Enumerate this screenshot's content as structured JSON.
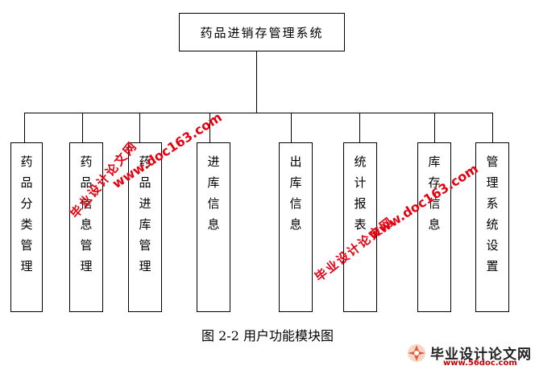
{
  "root": {
    "label": "药品进销存管理系统"
  },
  "modules": [
    {
      "chars": [
        "药",
        "品",
        "分",
        "类",
        "管",
        "理"
      ]
    },
    {
      "chars": [
        "药",
        "品",
        "信",
        "息",
        "管",
        "理"
      ]
    },
    {
      "chars": [
        "药",
        "品",
        "进",
        "库",
        "管",
        "理"
      ]
    },
    {
      "chars": [
        "进",
        "库",
        "信",
        "息"
      ]
    },
    {
      "chars": [
        "出",
        "库",
        "信",
        "息"
      ]
    },
    {
      "chars": [
        "统",
        "计",
        "报",
        "表"
      ]
    },
    {
      "chars": [
        "库",
        "存",
        "信",
        "息"
      ]
    },
    {
      "chars": [
        "管",
        "理",
        "系",
        "统",
        "设",
        "置"
      ]
    }
  ],
  "caption": "图 2-2 用户功能模块图",
  "watermarks": {
    "url": "www.doc163.com",
    "site": "毕业设计论文网"
  },
  "logo": {
    "title": "毕业设计论文网",
    "url": "www.56doc.com"
  },
  "colors": {
    "watermark": "#e60012",
    "line": "#000000"
  }
}
